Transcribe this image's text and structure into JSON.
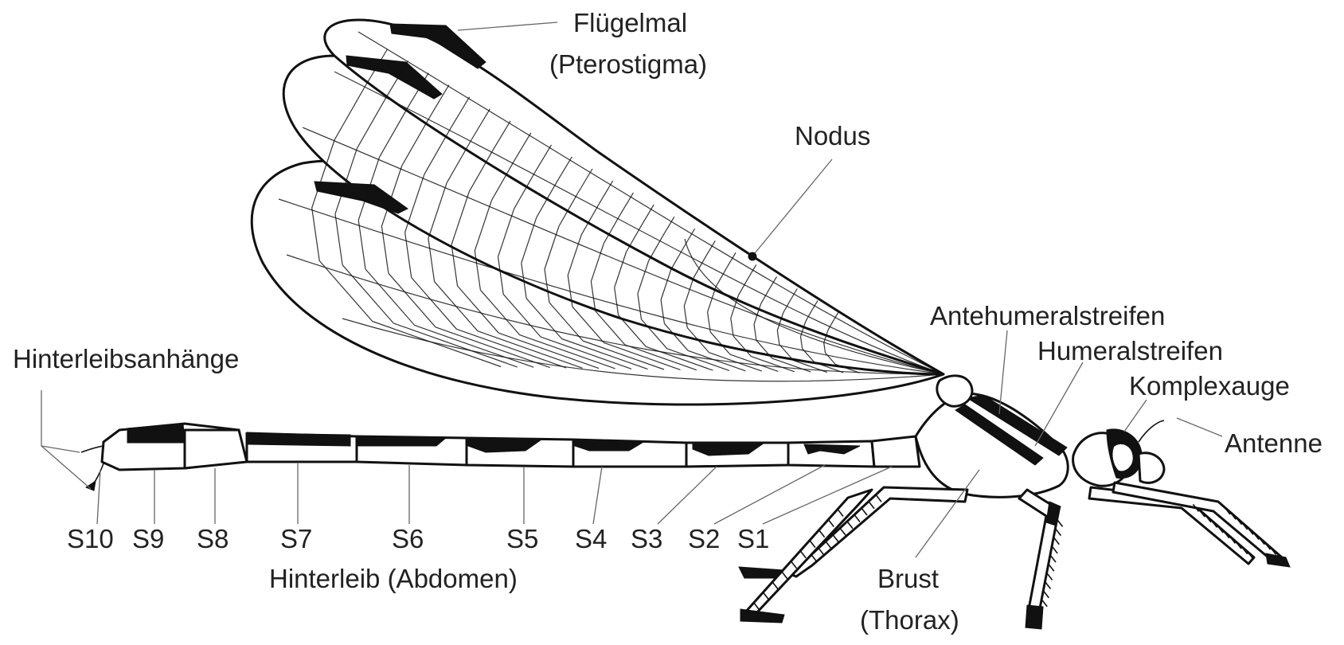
{
  "labels": {
    "pterostigma_line1": "Flügelmal",
    "pterostigma_line2": "(Pterostigma)",
    "nodus": "Nodus",
    "antehumeral": "Antehumeralstreifen",
    "humeral": "Humeralstreifen",
    "compound_eye": "Komplexauge",
    "antenna": "Antenne",
    "appendages": "Hinterleibsanhänge",
    "abdomen": "Hinterleib (Abdomen)",
    "thorax_line1": "Brust",
    "thorax_line2": "(Thorax)"
  },
  "segments": [
    "S10",
    "S9",
    "S8",
    "S7",
    "S6",
    "S5",
    "S4",
    "S3",
    "S2",
    "S1"
  ]
}
